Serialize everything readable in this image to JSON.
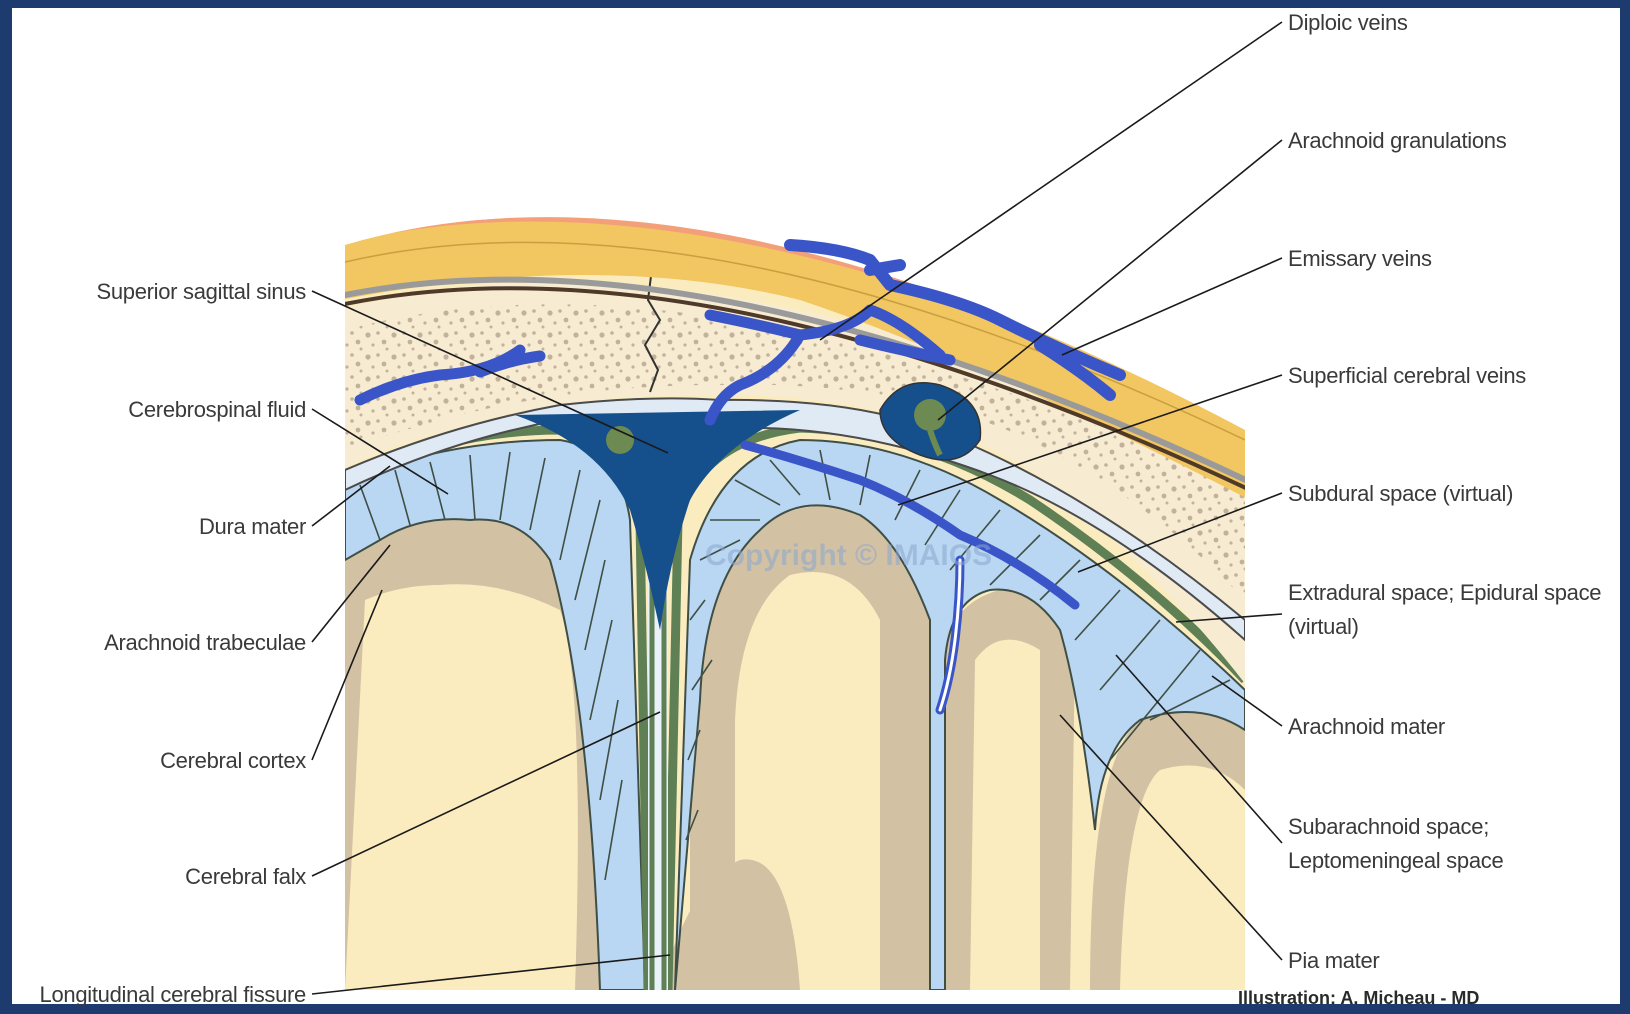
{
  "left_labels": [
    "Superior sagittal sinus",
    "Cerebrospinal fluid",
    "Dura mater",
    "Arachnoid trabeculae",
    "Cerebral cortex",
    "Cerebral falx",
    "Longitudinal cerebral fissure"
  ],
  "right_labels": [
    "Diploic veins",
    "Arachnoid granulations",
    "Emissary veins",
    "Superficial cerebral veins",
    "Subdural space (virtual)",
    "Extradural space; Epidural space",
    "(virtual)",
    "Arachnoid mater",
    "Subarachnoid space;",
    "Leptomeningeal space",
    "Pia mater"
  ],
  "credit": "Illustration: A. Micheau - MD",
  "watermark": "Copyright © IMAIOS",
  "colors": {
    "background": "#1d3b6e",
    "scalp": "#f2c660",
    "skin": "#f3a07a",
    "bone": "#f7ecd2",
    "bone_dots": "#b9a791",
    "csf": "#b9d6f2",
    "sinus": "#16508c",
    "dura": "#5f7f55",
    "vein": "#3a55c8",
    "cortex": "#d3c1a4",
    "white_matter": "#fbecc0"
  }
}
